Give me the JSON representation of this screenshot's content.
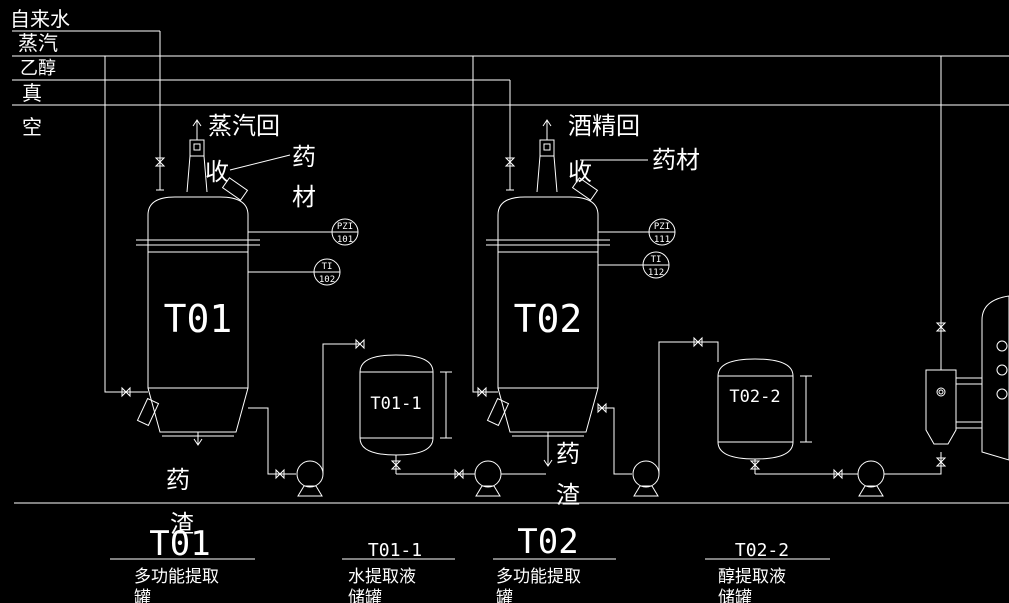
{
  "utilities": {
    "tap_water": "自来水",
    "steam": "蒸汽",
    "ethanol": "乙醇",
    "vacuum_1": "真",
    "vacuum_2": "空"
  },
  "tank1": {
    "tag": "T01",
    "recovery_1": "蒸汽回",
    "recovery_2": "收",
    "feed_1": "药",
    "feed_2": "材",
    "pzi_1": "PZI",
    "pzi_2": "101",
    "ti_1": "TI",
    "ti_2": "102",
    "residue_1": "药",
    "residue_2": "渣"
  },
  "tank2": {
    "tag": "T02",
    "recovery_1": "酒精回",
    "recovery_2": "收",
    "feed": "药材",
    "pzi_1": "PZI",
    "pzi_2": "111",
    "ti_1": "TI",
    "ti_2": "112",
    "residue_1": "药",
    "residue_2": "渣"
  },
  "storage1": {
    "tag": "T01-1"
  },
  "storage2": {
    "tag": "T02-2"
  },
  "legend": [
    {
      "tag": "T01",
      "desc_1": "多功能提取",
      "desc_2": "罐"
    },
    {
      "tag": "T01-1",
      "desc_1": "水提取液",
      "desc_2": "储罐"
    },
    {
      "tag": "T02",
      "desc_1": "多功能提取",
      "desc_2": "罐"
    },
    {
      "tag": "T02-2",
      "desc_1": "醇提取液",
      "desc_2": "储罐"
    }
  ]
}
